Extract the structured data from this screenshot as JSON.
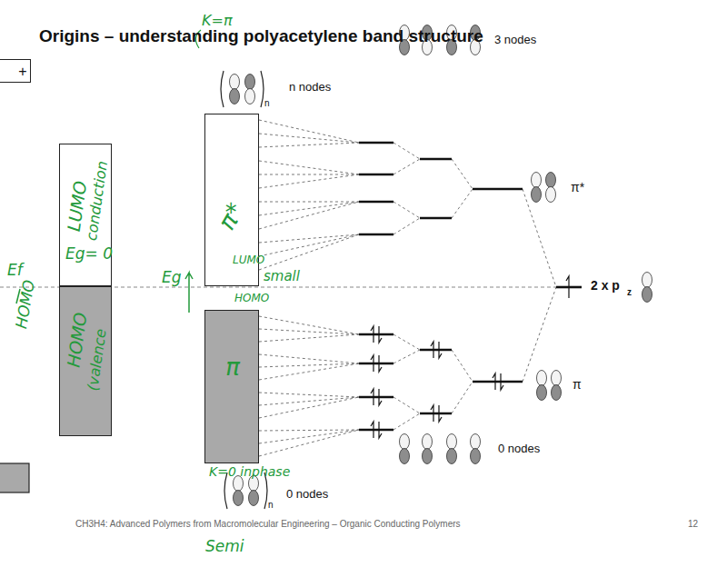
{
  "diagram": {
    "title": "Origins – understanding polyacetylene band structure",
    "nodes": [
      {
        "text": [
          "+"
        ]
      },
      {
        "text": [
          "LUMO",
          "conduction"
        ]
      },
      {
        "text": [
          "HOMO",
          "(valence"
        ]
      },
      {
        "text": [
          "π*"
        ]
      },
      {
        "text": [
          "π"
        ]
      }
    ],
    "labels": [
      "n nodes",
      "n",
      "K=π",
      "3 nodes",
      "π*",
      "2 x p",
      "z",
      "π",
      "0 nodes",
      "n",
      "0 nodes",
      "K=0 inphase",
      "Eg= 0",
      "Ef",
      "HOMO",
      "Eg",
      "LUMO",
      "small",
      "HOMO",
      "Semi",
      "CH3H4: Advanced Polymers from Macromolecular Engineering – Organic Conducting Polymers",
      "12"
    ]
  }
}
